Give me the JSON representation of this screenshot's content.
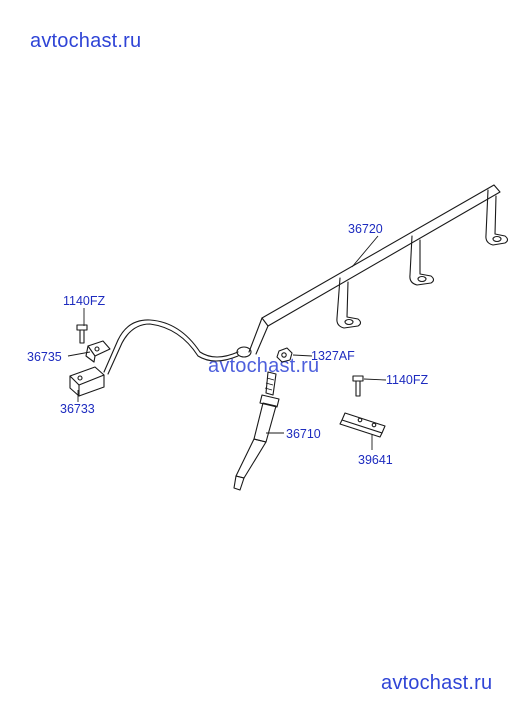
{
  "watermarks": {
    "top": "avtochast.ru",
    "middle": "avtochast.ru",
    "bottom": "avtochast.ru"
  },
  "colors": {
    "label": "#1d2bbf",
    "watermark": "#2f44d6",
    "line": "#1a1a1a"
  },
  "callouts": {
    "harness": "36720",
    "bolt_left": "1140FZ",
    "bracket_left": "36735",
    "connector": "36733",
    "nut": "1327AF",
    "bolt_right": "1140FZ",
    "glow_plug": "36710",
    "plate": "39641"
  }
}
